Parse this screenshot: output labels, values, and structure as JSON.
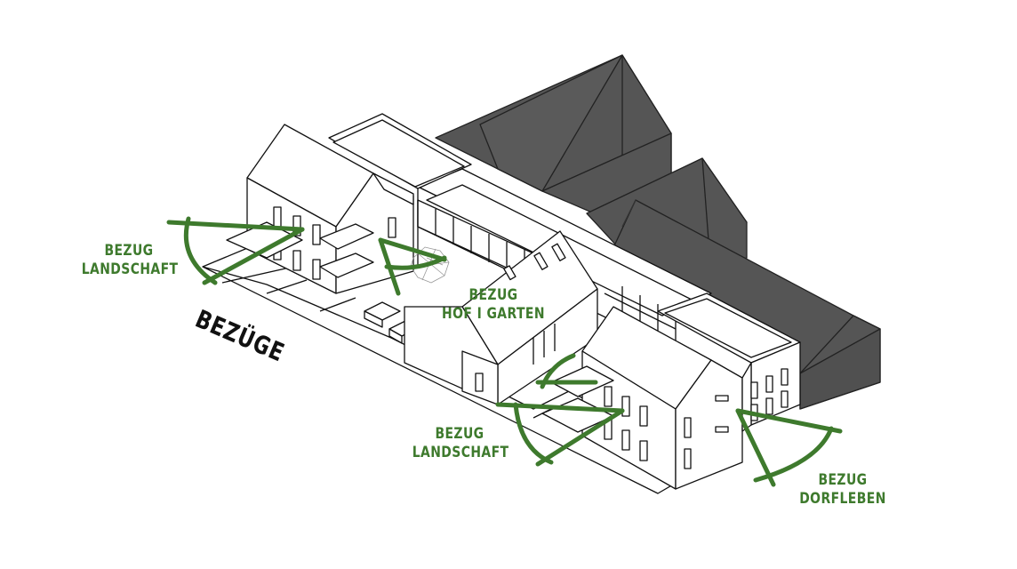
{
  "title": "BEZÜGE",
  "labels": {
    "landschaft_left": {
      "line1": "BEZUG",
      "line2": "LANDSCHAFT"
    },
    "hof_garten": {
      "line1": "BEZUG",
      "line2": "HOF I GARTEN"
    },
    "landschaft_bottom": {
      "line1": "BEZUG",
      "line2": "LANDSCHAFT"
    },
    "dorfleben": {
      "line1": "BEZUG",
      "line2": "DORFLEBEN"
    }
  },
  "colors": {
    "accent_green": "#3e7a2d",
    "neighbour_dark": "#555555",
    "outline": "#111111",
    "fill_white": "#ffffff"
  }
}
